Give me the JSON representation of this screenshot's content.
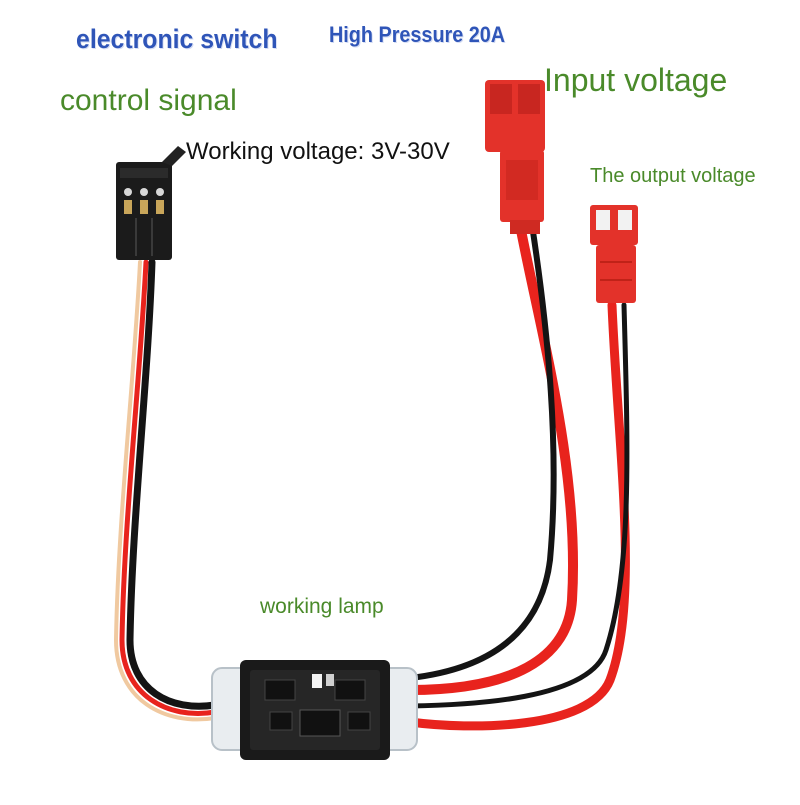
{
  "labels": {
    "electronic_switch": "electronic switch",
    "high_pressure": "High Pressure 20A",
    "input_voltage": "Input voltage",
    "control_signal": "control signal",
    "working_voltage": "Working voltage: 3V-30V",
    "output_voltage": "The output voltage",
    "working_lamp": "working lamp"
  },
  "colors": {
    "title_blue": "#2f55b8",
    "label_green": "#4a8a2a",
    "wire_red": "#e8231d",
    "wire_black": "#141414",
    "connector_red": "#e3322a",
    "connector_black": "#1b1b1b",
    "pcb_black": "#1a1a1a"
  }
}
